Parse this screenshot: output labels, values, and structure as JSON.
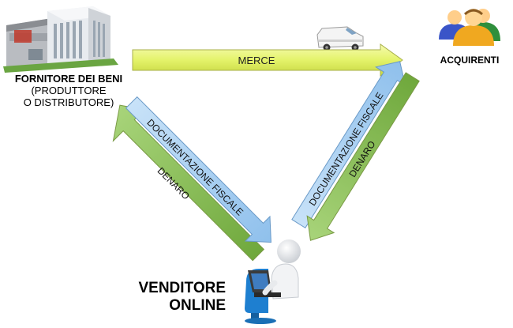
{
  "supplier": {
    "title": "FORNITORE DEI BENI",
    "subtitle_line1": "(PRODUTTORE",
    "subtitle_line2": "O DISTRIBUTORE)",
    "icon": "factory-building-icon"
  },
  "buyers": {
    "label": "ACQUIRENTI",
    "icon": "people-group-icon"
  },
  "seller": {
    "line1": "VENDITORE",
    "line2": "ONLINE",
    "icon": "person-at-laptop-icon"
  },
  "flows": {
    "goods": "MERCE",
    "documents": "DOCUMENTAZIONE FISCALE",
    "money": "DENARO"
  },
  "vehicle_icon": "delivery-van-icon",
  "colors": {
    "goods_arrow": "#e6f56f",
    "document_arrow": "#a8cff0",
    "money_arrow": "#8cbf55",
    "arrow_stroke": "#7a9a45"
  }
}
